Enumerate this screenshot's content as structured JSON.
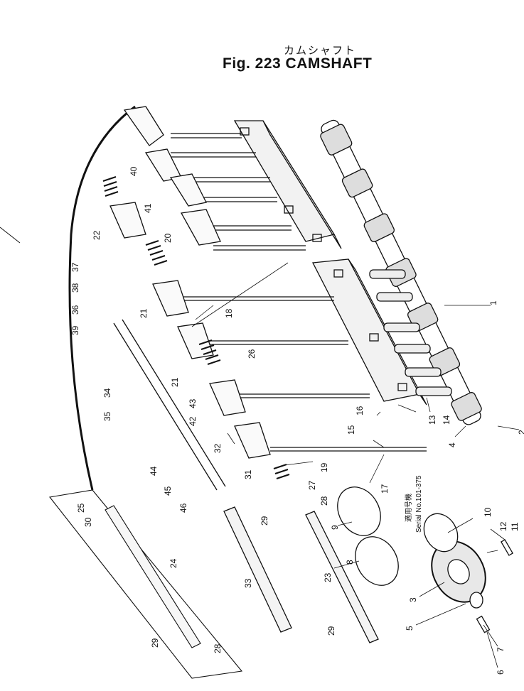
{
  "header": {
    "katakana": "カムシャフト",
    "title": "Fig. 223  CAMSHAFT"
  },
  "serial_note": {
    "line1": "適用号機",
    "line2": "Serial No.101-375"
  },
  "callouts": [
    "1",
    "2",
    "3",
    "4",
    "5",
    "6",
    "7",
    "8",
    "9",
    "10",
    "11",
    "12",
    "13",
    "14",
    "15",
    "16",
    "17",
    "18",
    "19",
    "20",
    "21",
    "21",
    "22",
    "23",
    "24",
    "25",
    "26",
    "27",
    "28",
    "28",
    "29",
    "29",
    "29",
    "30",
    "31",
    "32",
    "33",
    "34",
    "35",
    "36",
    "37",
    "38",
    "39",
    "40",
    "41",
    "42",
    "43",
    "44",
    "45",
    "46"
  ]
}
